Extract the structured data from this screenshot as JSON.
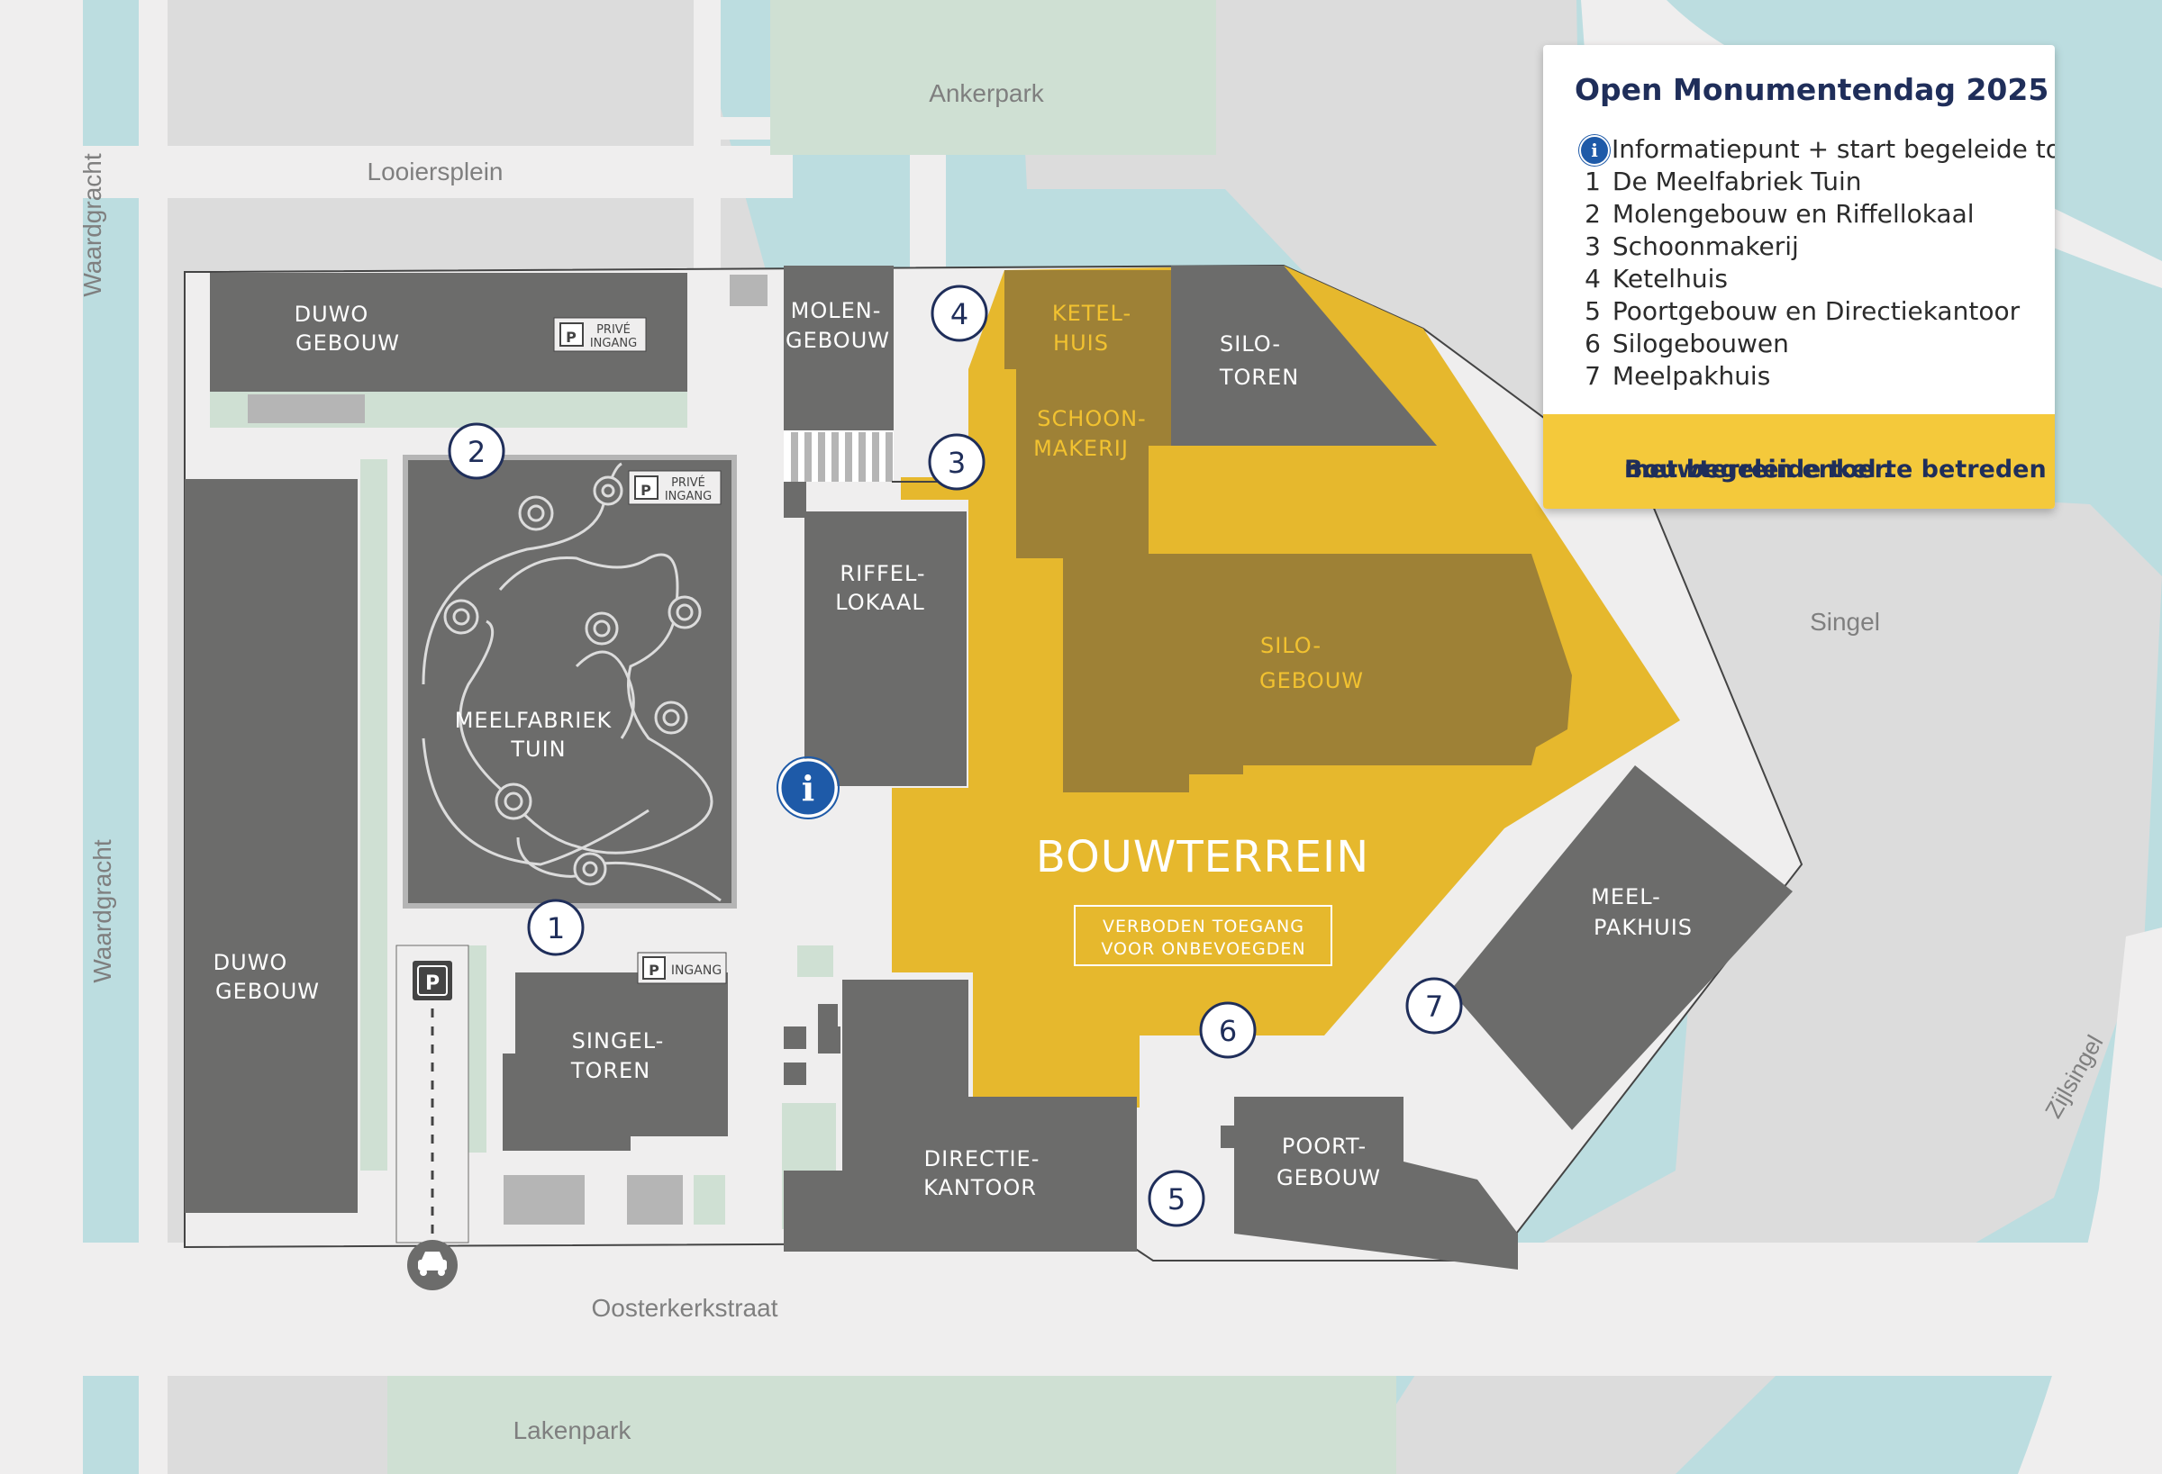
{
  "legend": {
    "title": "Open Monumentendag 2025",
    "info_label": "Informatiepunt + start begeleide toer",
    "items": [
      {
        "num": "1",
        "label": "De Meelfabriek Tuin"
      },
      {
        "num": "2",
        "label": "Molengebouw en Riffellokaal"
      },
      {
        "num": "3",
        "label": "Schoonmakerij"
      },
      {
        "num": "4",
        "label": "Ketelhuis"
      },
      {
        "num": "5",
        "label": "Poortgebouw en Directiekantoor"
      },
      {
        "num": "6",
        "label": "Silogebouwen"
      },
      {
        "num": "7",
        "label": "Meelpakhuis"
      }
    ],
    "warning_line1": "Bouwterrein enkel te betreden",
    "warning_line2": "met begeleide toer."
  },
  "streets": {
    "ankerpark": "Ankerpark",
    "looiersplein": "Looiersplein",
    "waardgracht_top": "Waardgracht",
    "waardgracht_bottom": "Waardgracht",
    "singel": "Singel",
    "zijlsingel": "Zijlsingel",
    "oosterkerkstraat": "Oosterkerkstraat",
    "lakenpark": "Lakenpark"
  },
  "buildings": {
    "duwo_top_1": "DUWO",
    "duwo_top_2": "GEBOUW",
    "duwo_left_1": "DUWO",
    "duwo_left_2": "GEBOUW",
    "molen_1": "MOLEN-",
    "molen_2": "GEBOUW",
    "riffel_1": "RIFFEL-",
    "riffel_2": "LOKAAL",
    "ketel_1": "KETEL-",
    "ketel_2": "HUIS",
    "schoon_1": "SCHOON-",
    "schoon_2": "MAKERIJ",
    "silotoren_1": "SILO-",
    "silotoren_2": "TOREN",
    "silogebouw_1": "SILO-",
    "silogebouw_2": "GEBOUW",
    "tuin_1": "MEELFABRIEK",
    "tuin_2": "TUIN",
    "singeltoren_1": "SINGEL-",
    "singeltoren_2": "TOREN",
    "directie_1": "DIRECTIE-",
    "directie_2": "KANTOOR",
    "poort_1": "POORT-",
    "poort_2": "GEBOUW",
    "meelpakhuis_1": "MEEL-",
    "meelpakhuis_2": "PAKHUIS"
  },
  "construction": {
    "title": "BOUWTERREIN",
    "sign_1": "VERBODEN TOEGANG",
    "sign_2": "VOOR ONBEVOEGDEN"
  },
  "parking": {
    "prive_1": "PRIVÉ",
    "prive_2": "INGANG",
    "prive_b_1": "PRIVÉ",
    "prive_b_2": "INGANG",
    "ingang": "INGANG",
    "p": "P"
  },
  "info_marker": "i",
  "markers": [
    "1",
    "2",
    "3",
    "4",
    "5",
    "6",
    "7"
  ],
  "colors": {
    "building": "#6c6c6b",
    "construction_yellow": "#e6b82d",
    "construction_dark": "#9e8136",
    "water": "#bcdde0",
    "green": "#cfe0d3",
    "road": "#efeeee",
    "legend_warning": "#f4c93b",
    "navy": "#1f2e5a",
    "info_blue": "#1e5aa8"
  }
}
